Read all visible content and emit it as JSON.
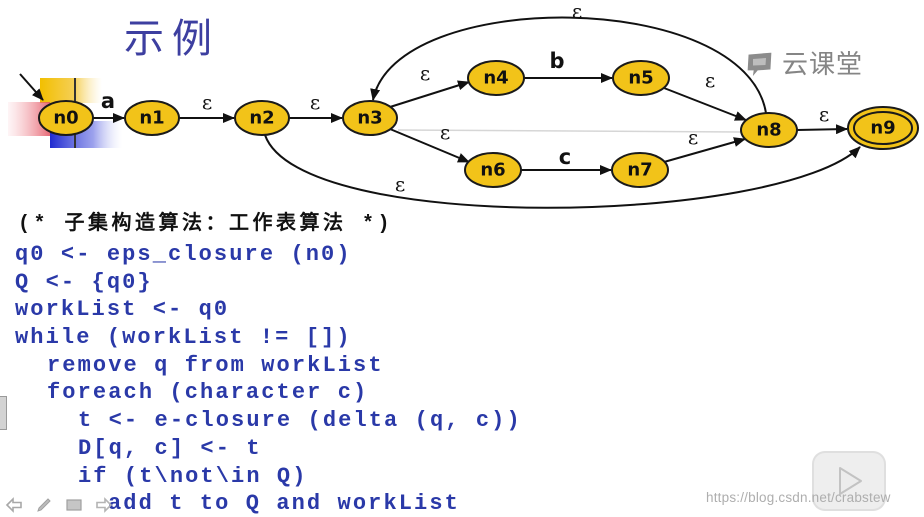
{
  "slide": {
    "title": "示例",
    "brand_watermark": "云课堂",
    "url_watermark": "https://blog.csdn.net/crabstew"
  },
  "colors": {
    "title": "#3d3fa0",
    "node_fill": "#f2c319",
    "code_text": "#2a39a8",
    "comment_text": "#111111"
  },
  "nfa": {
    "start_state": "n0",
    "accepting_state": "n9",
    "nodes": [
      "n0",
      "n1",
      "n2",
      "n3",
      "n4",
      "n5",
      "n6",
      "n7",
      "n8",
      "n9"
    ],
    "edges": [
      {
        "from": "n0",
        "to": "n1",
        "label": "a"
      },
      {
        "from": "n1",
        "to": "n2",
        "label": "ε"
      },
      {
        "from": "n2",
        "to": "n3",
        "label": "ε"
      },
      {
        "from": "n3",
        "to": "n4",
        "label": "ε"
      },
      {
        "from": "n4",
        "to": "n5",
        "label": "b"
      },
      {
        "from": "n5",
        "to": "n8",
        "label": "ε"
      },
      {
        "from": "n3",
        "to": "n6",
        "label": "ε"
      },
      {
        "from": "n6",
        "to": "n7",
        "label": "c"
      },
      {
        "from": "n7",
        "to": "n8",
        "label": "ε"
      },
      {
        "from": "n8",
        "to": "n9",
        "label": "ε"
      },
      {
        "from": "n8",
        "to": "n3",
        "label": "ε"
      },
      {
        "from": "n2",
        "to": "n9",
        "label": "ε"
      }
    ]
  },
  "code": {
    "comment": "(* 子集构造算法：工作表算法 *)",
    "lines": [
      "q0 <- eps_closure (n0)",
      "Q <- {q0}",
      "workList <- q0",
      "while (workList != [])",
      "remove q from workList",
      "foreach (character c)",
      "t <- e-closure (delta (q, c))",
      "D[q, c] <- t",
      "if (t\\not\\in Q)",
      "add t to Q and workList"
    ]
  },
  "icons": {
    "brand": "cloud-classroom-logo-icon",
    "play": "play-icon",
    "nav": [
      "arrow-left-icon",
      "pen-icon",
      "screen-icon",
      "arrow-right-icon"
    ]
  }
}
